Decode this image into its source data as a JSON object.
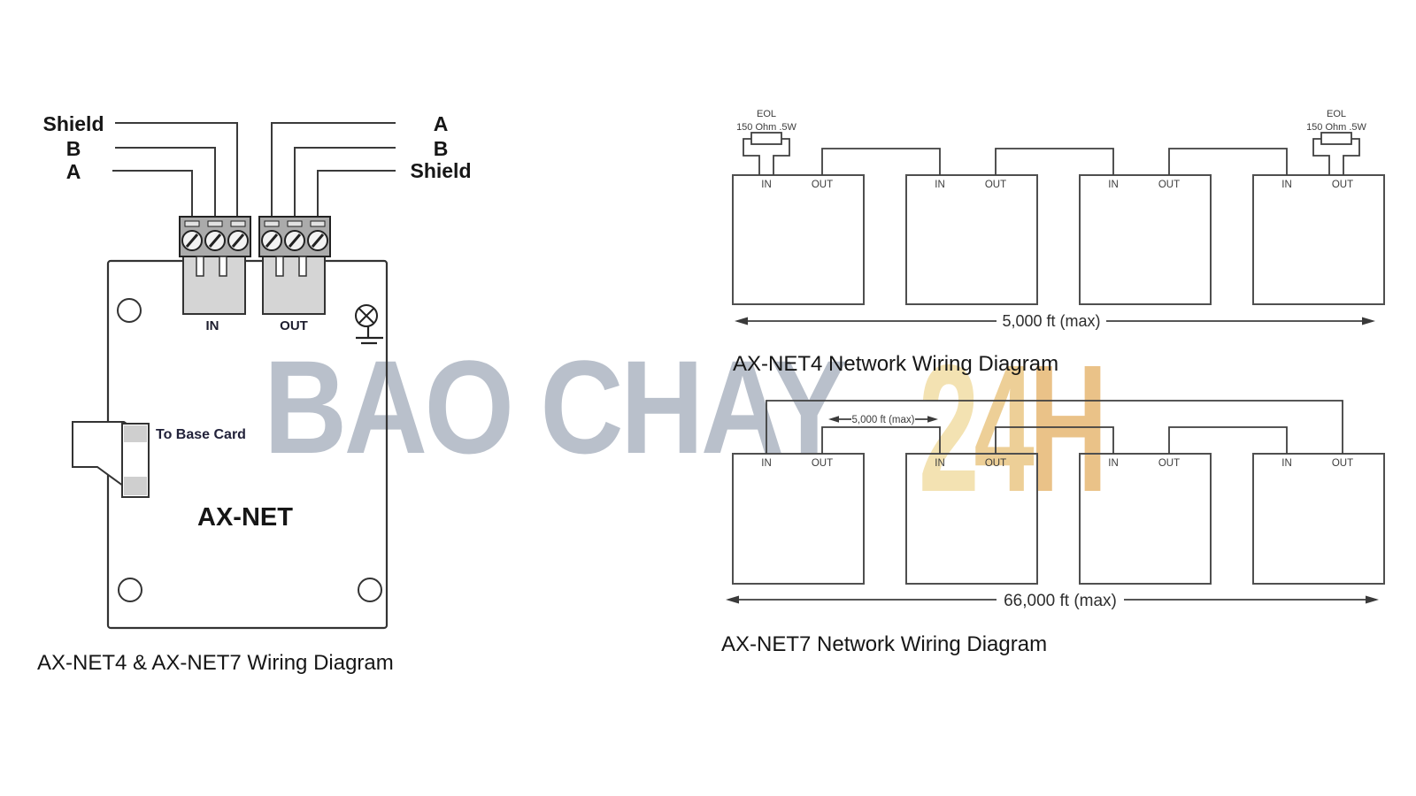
{
  "watermark": {
    "text_main": "BAO CHAY",
    "char_2": "2",
    "char_4": "4",
    "char_h": "H",
    "color_main": "#b9c0cb",
    "color_2": "#f3e2b2",
    "color_4": "#edcf97",
    "color_h": "#eac288"
  },
  "card_diagram": {
    "left_labels": [
      "Shield",
      "B",
      "A"
    ],
    "right_labels": [
      "A",
      "B",
      "Shield"
    ],
    "in_label": "IN",
    "out_label": "OUT",
    "connector_label": "To Base Card",
    "card_name": "AX-NET",
    "caption": "AX-NET4 & AX-NET7 Wiring Diagram"
  },
  "net4": {
    "caption": "AX-NET4 Network Wiring Diagram",
    "eol_title": "EOL",
    "eol_value": "150 Ohm .5W",
    "span_label": "5,000 ft (max)",
    "in_label": "IN",
    "out_label": "OUT"
  },
  "net7": {
    "caption": "AX-NET7 Network Wiring Diagram",
    "segment_label": "5,000 ft (max)",
    "span_label": "66,000 ft (max)",
    "in_label": "IN",
    "out_label": "OUT"
  },
  "colors": {
    "line": "#3a3a3a",
    "terminal_housing": "#ababab",
    "terminal_body": "#d5d5d5"
  }
}
